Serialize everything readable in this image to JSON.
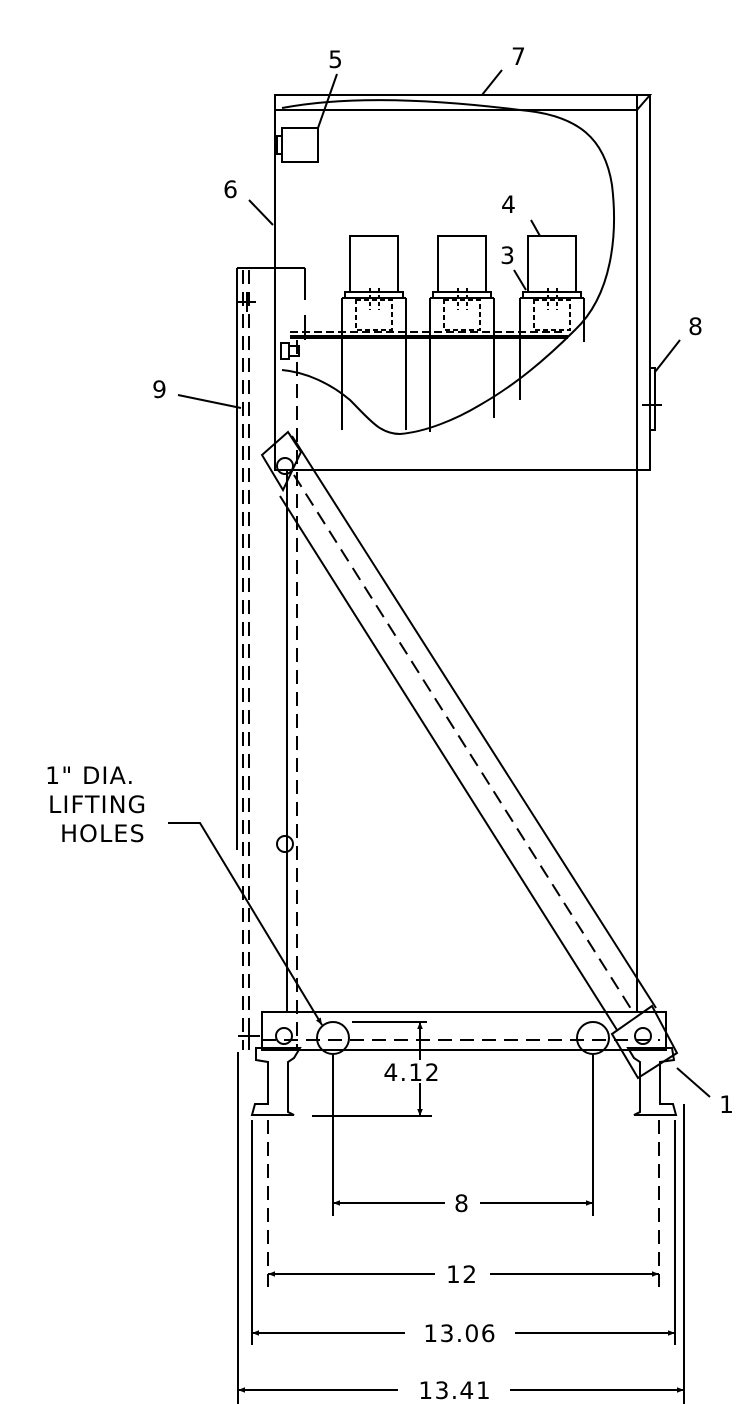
{
  "callouts": {
    "c1": "1",
    "c3": "3",
    "c4": "4",
    "c5": "5",
    "c6": "6",
    "c7": "7",
    "c8": "8",
    "c9": "9"
  },
  "note": {
    "line1": "1\" DIA.",
    "line2": "LIFTING",
    "line3": "HOLES"
  },
  "dimensions": {
    "hole_height": "4.12",
    "hole_spacing": "8",
    "channel_spacing": "12",
    "base_width": "13.06",
    "overall_width": "13.41"
  }
}
